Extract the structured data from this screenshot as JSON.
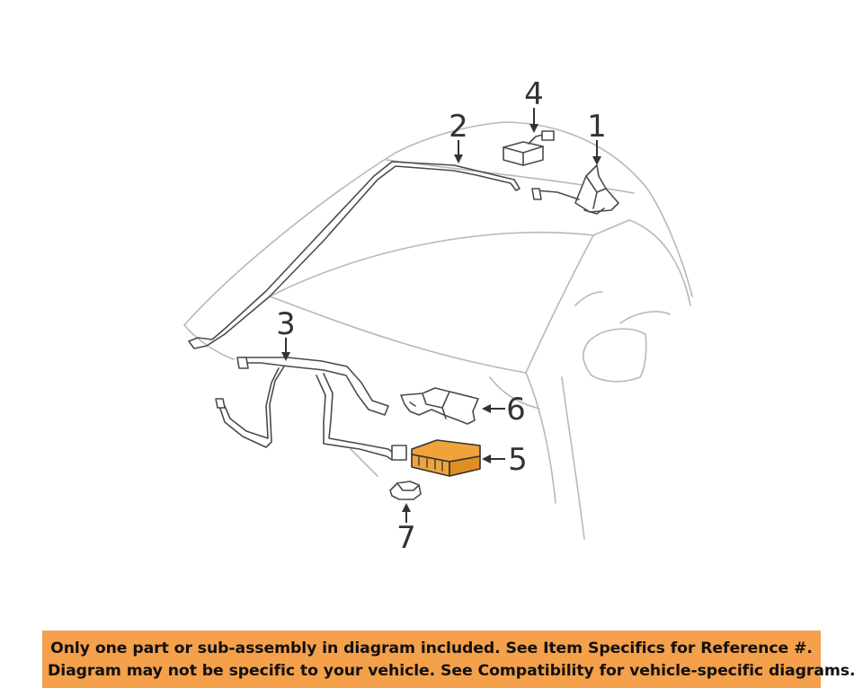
{
  "callouts": {
    "c1": "1",
    "c2": "2",
    "c3": "3",
    "c4": "4",
    "c5": "5",
    "c6": "6",
    "c7": "7"
  },
  "highlight_color": "#f0a33a",
  "banner": {
    "line1": "Only one part or sub-assembly in diagram included. See Item Specifics for Reference #.",
    "line2": "Diagram may not be specific to your vehicle. See Compatibility for vehicle-specific diagrams.",
    "background": "#f5a04a"
  }
}
